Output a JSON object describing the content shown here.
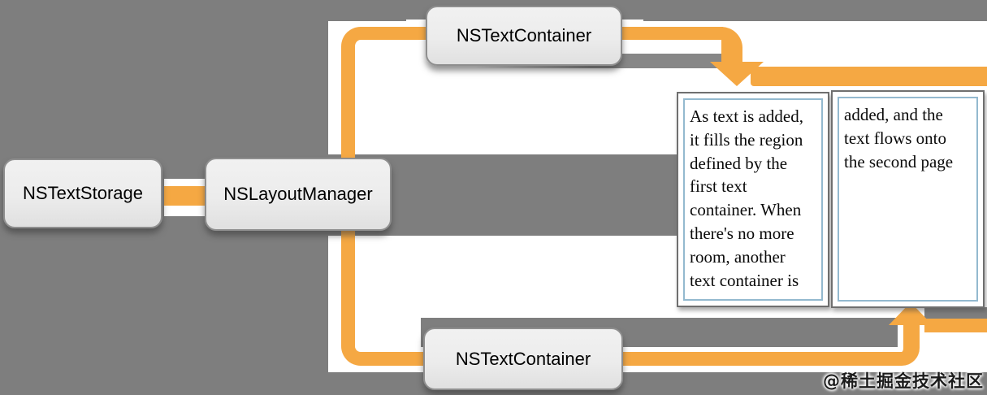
{
  "colors": {
    "canvas_gray": "#7e7e7e",
    "figure_background": "#ffffff",
    "connector_orange": "#f5a843",
    "node_fill": "#ececec",
    "node_border": "#8e8e8e",
    "page_border": "#6f6f6f",
    "page_inner_border": "#93b9cf",
    "label_text": "#000000"
  },
  "nodes": {
    "text_storage": {
      "label": "NSTextStorage"
    },
    "layout_manager": {
      "label": "NSLayoutManager"
    },
    "text_container_top": {
      "label": "NSTextContainer"
    },
    "text_container_bottom": {
      "label": "NSTextContainer"
    }
  },
  "pages": {
    "page1": {
      "lines": [
        "As text is added,",
        "it fills the region",
        "defined by the",
        "first text",
        "container. When",
        "there's no more",
        "room, another",
        "text container is"
      ]
    },
    "page2": {
      "lines": [
        "added, and the",
        "text flows onto",
        "the second page"
      ]
    }
  },
  "watermark": {
    "text": "@稀土掘金技术社区"
  }
}
